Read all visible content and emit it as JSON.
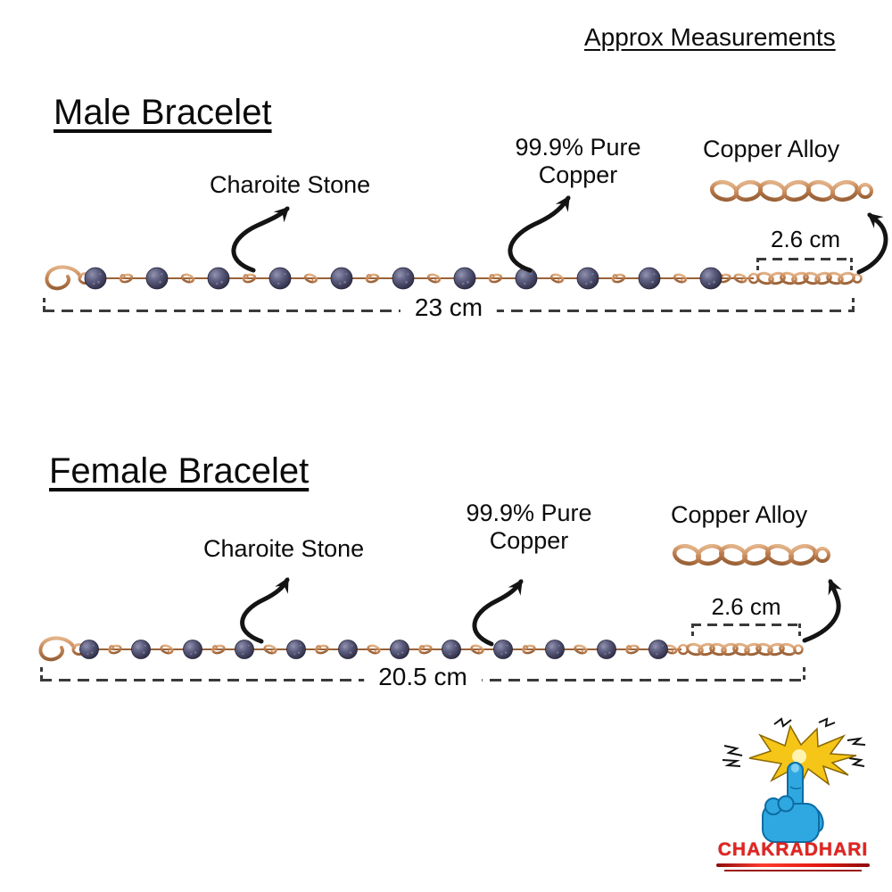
{
  "header": {
    "title": "Approx Measurements"
  },
  "male": {
    "title": "Male Bracelet",
    "stone_label": "Charoite Stone",
    "copper_label": "99.9% Pure Copper",
    "alloy_label": "Copper Alloy",
    "extension_length": "2.6 cm",
    "total_length": "23 cm"
  },
  "female": {
    "title": "Female Bracelet",
    "stone_label": "Charoite Stone",
    "copper_label": "99.9% Pure Copper",
    "alloy_label": "Copper Alloy",
    "extension_length": "2.6 cm",
    "total_length": "20.5 cm"
  },
  "logo": {
    "brand": "CHAKRADHARI"
  },
  "colors": {
    "copper": "#c08050",
    "copper_dark": "#9a6238",
    "copper_light": "#e2b287",
    "bead_dark": "#2b2b42",
    "bead_mid": "#5a5a7c",
    "bead_light": "#9090ae",
    "arrow": "#141414",
    "brand_red": "#e42320",
    "hand_blue": "#2fa8e1",
    "gold": "#f5c518"
  }
}
